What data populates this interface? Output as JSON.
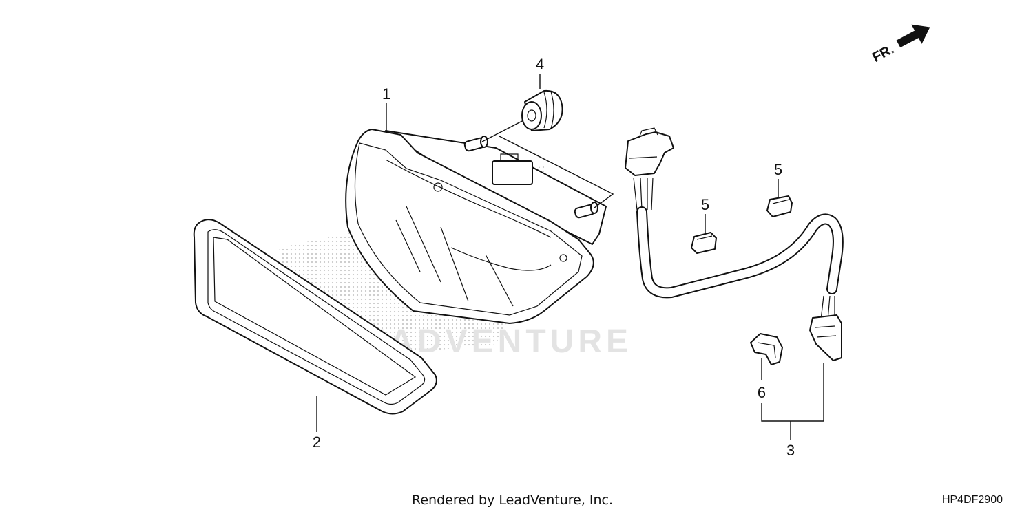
{
  "diagram": {
    "direction_label": "FR.",
    "callouts": {
      "lens_assembly": "1",
      "bezel": "2",
      "harness_assembly": "3",
      "grommet": "4",
      "clip_a": "5",
      "clip_b": "5",
      "clamp": "6"
    },
    "watermark": {
      "text": "LEADVENTURE"
    }
  },
  "footer": {
    "credit": "Rendered by LeadVenture, Inc.",
    "diagram_code": "HP4DF2900"
  }
}
